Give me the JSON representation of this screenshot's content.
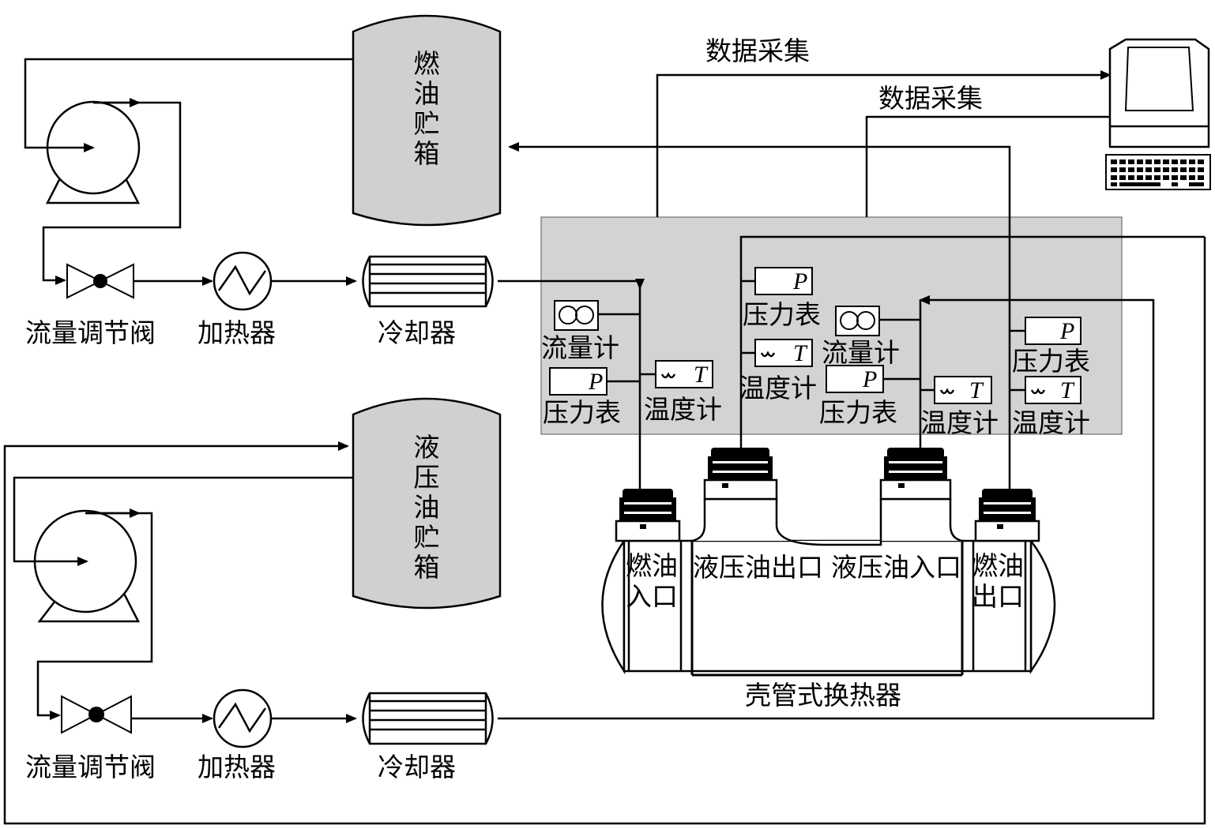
{
  "diagram": {
    "fuel_tank_label": "燃油贮箱",
    "hydraulic_tank_label": "液压油贮箱",
    "data_acq_1": "数据采集",
    "data_acq_2": "数据采集",
    "fuel_loop": {
      "valve_label": "流量调节阀",
      "heater_label": "加热器",
      "cooler_label": "冷却器"
    },
    "hyd_loop": {
      "valve_label": "流量调节阀",
      "heater_label": "加热器",
      "cooler_label": "冷却器"
    },
    "instruments": {
      "fuel_in_flow": "流量计",
      "fuel_in_pressure": "压力表",
      "fuel_in_temp": "温度计",
      "hyd_out_pressure": "压力表",
      "hyd_out_temp": "温度计",
      "hyd_in_flow": "流量计",
      "hyd_in_pressure": "压力表",
      "hyd_in_temp": "温度计",
      "fuel_out_pressure": "压力表",
      "fuel_out_temp": "温度计",
      "pressure_symbol": "P",
      "temp_symbol": "T"
    },
    "exchanger": {
      "title": "壳管式换热器",
      "fuel_inlet": [
        "燃油",
        "入口"
      ],
      "hyd_outlet": "液压油出口",
      "hyd_inlet": "液压油入口",
      "fuel_outlet": [
        "燃油",
        "出口"
      ]
    },
    "colors": {
      "tank_fill": "#d0d0d0",
      "panel_fill": "#d3d3d3",
      "line": "#000000"
    }
  }
}
